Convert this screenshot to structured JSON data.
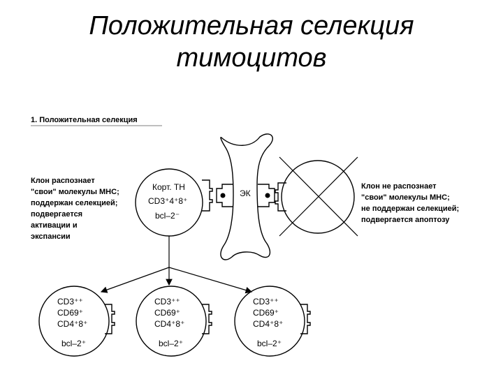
{
  "title": {
    "line1": "Положительная селекция",
    "line2": "тимоцитов"
  },
  "diagram": {
    "section_heading": "1. Положительная селекция",
    "left_note": [
      "Клон распознает",
      "\"свои\" молекулы МНС;",
      "поддержан селекцией;",
      "подвергается",
      "активации и",
      "экспансии"
    ],
    "right_note": [
      "Клон не распознает",
      "\"свои\" молекулы МНС;",
      "не поддержан селекцией;",
      "подвергается   апоптозу"
    ],
    "main_cell": {
      "line1": "Корт. ТН",
      "line2": "CD3⁺4⁺8⁺",
      "line3": "bcl–2⁻"
    },
    "epithelial_label": "ЭК",
    "daughter_cells": [
      {
        "line1": "CD3⁺⁺",
        "line2": "CD69⁺",
        "line3": "CD4⁺8⁺",
        "line4": "bcl–2⁺"
      },
      {
        "line1": "CD3⁺⁺",
        "line2": "CD69⁺",
        "line3": "CD4⁺8⁺",
        "line4": "bcl–2⁺"
      },
      {
        "line1": "CD3⁺⁺",
        "line2": "CD69⁺",
        "line3": "CD4⁺8⁺",
        "line4": "bcl–2⁺"
      }
    ]
  }
}
